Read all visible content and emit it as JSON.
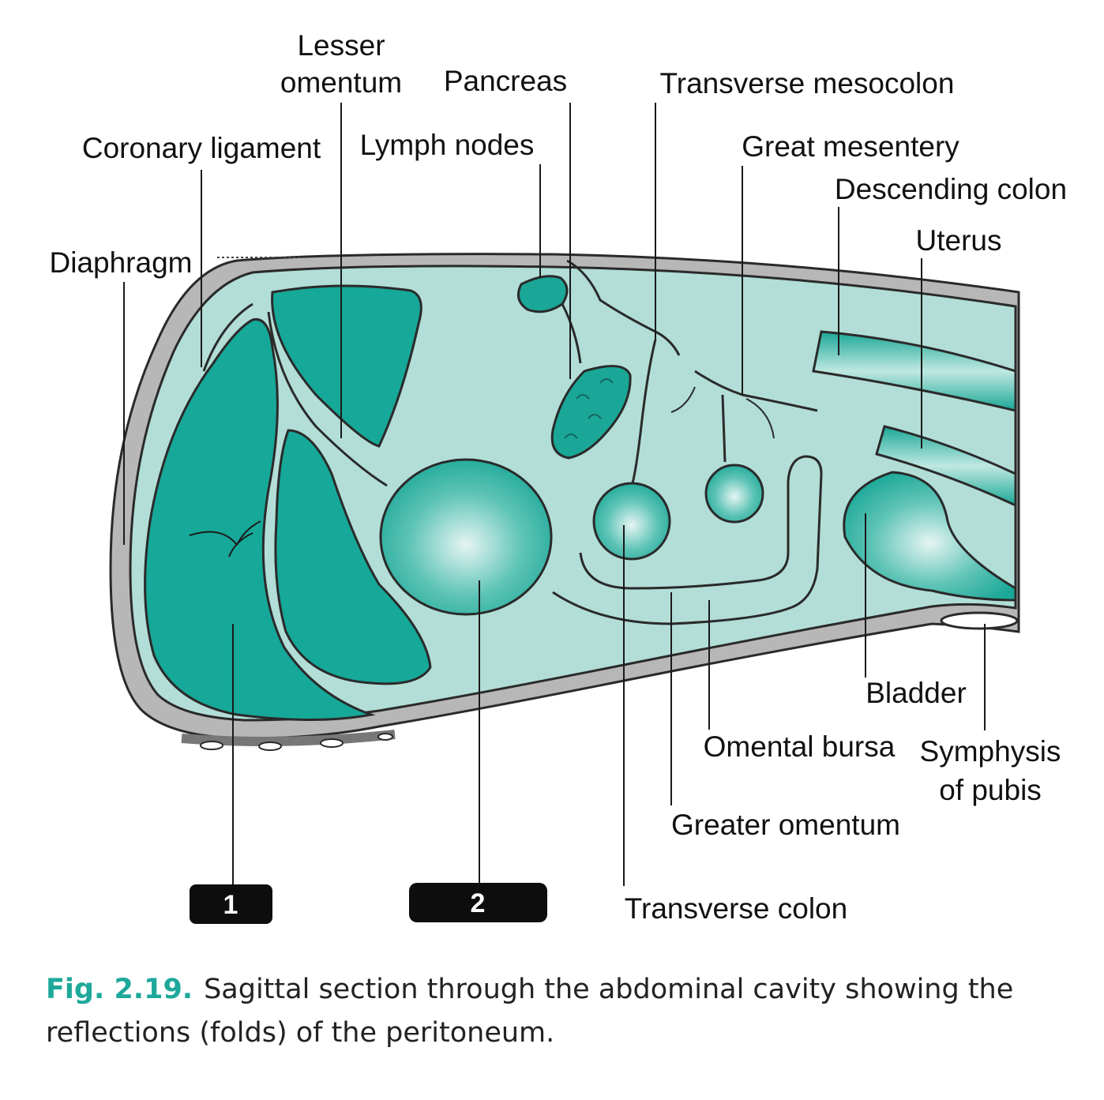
{
  "labels": {
    "lesser_omentum_1": "Lesser",
    "lesser_omentum_2": "omentum",
    "pancreas": "Pancreas",
    "transverse_mesocolon": "Transverse mesocolon",
    "coronary_ligament": "Coronary ligament",
    "lymph_nodes": "Lymph nodes",
    "great_mesentery": "Great mesentery",
    "descending_colon": "Descending colon",
    "uterus": "Uterus",
    "diaphragm": "Diaphragm",
    "bladder": "Bladder",
    "omental_bursa": "Omental bursa",
    "symphysis_1": "Symphysis",
    "symphysis_2": "of pubis",
    "greater_omentum": "Greater omentum",
    "transverse_colon": "Transverse colon",
    "marker_liver": "1",
    "marker_stomach": "2"
  },
  "caption": {
    "figure_number": "Fig. 2.19.",
    "text": "Sagittal section through the abdominal cavity showing the reflections (folds) of the peritoneum."
  },
  "colors": {
    "cavity": "#b2ded7",
    "organ": "#16a899",
    "wall": "#b7b7b7",
    "outline": "#2a2a2a",
    "accent": "#1ea89a"
  }
}
